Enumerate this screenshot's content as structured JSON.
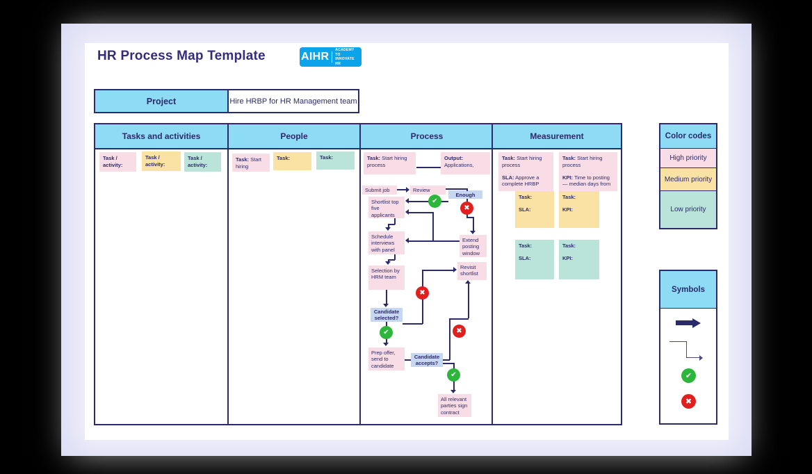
{
  "colors": {
    "navy": "#2b2a6a",
    "header_cyan": "#8edbf6",
    "high_priority_pink": "#f9dde6",
    "medium_priority_yellow": "#fae2a4",
    "low_priority_teal": "#bae3da",
    "decision_blue": "#c7d6f1",
    "check_green": "#2eb53c",
    "cross_red": "#e01f1f",
    "aihr_blue": "#0ba3e9",
    "background_lavender": "#d9d9f4"
  },
  "header": {
    "title": "HR Process Map Template",
    "logo_text": "AIHR",
    "logo_tagline_1": "ACADEMY TO",
    "logo_tagline_2": "INNOVATE HR"
  },
  "project": {
    "label": "Project",
    "value": "Hire HRBP for HR Management team"
  },
  "table": {
    "headers": {
      "tasks": "Tasks and activities",
      "people": "People",
      "process": "Process",
      "measurement": "Measurement"
    }
  },
  "tasks_column": {
    "notes": [
      {
        "text": "Task /\nactivity:"
      },
      {
        "text": "Task /\nactivity:"
      },
      {
        "text": "Task /\nactivity:"
      }
    ]
  },
  "people_column": {
    "notes": [
      {
        "label": "Task:",
        "text": "Start hiring"
      },
      {
        "label": "Task:",
        "text": ""
      },
      {
        "label": "Task:",
        "text": ""
      }
    ]
  },
  "process_column": {
    "task_note": {
      "label": "Task:",
      "text": "Start hiring process"
    },
    "output_note": {
      "label": "Output:",
      "text": "Applications,"
    },
    "steps": {
      "submit_job": "Submit job",
      "review": "Review",
      "enough": "Enough",
      "shortlist": "Shortlist top five applicants",
      "schedule": "Schedule interviews with panel",
      "extend": "Extend posting window",
      "revisit": "Revisit shortlist",
      "selection": "Selection by HRM team",
      "candidate_selected": "Candidate selected?",
      "prep_offer": "Prep offer, send to candidate",
      "candidate_accepts": "Candidate accepts?",
      "contract": "All relevant parties sign contract"
    }
  },
  "measurement_column": {
    "notes": [
      {
        "label1": "Task:",
        "text1": "Start hiring process",
        "label2": "SLA:",
        "text2": "Approve a complete HRBP"
      },
      {
        "label1": "Task:",
        "text1": "Start hiring process",
        "label2": "KPI:",
        "text2": "Time to posting — median days from"
      },
      {
        "label1": "Task:",
        "text1": "",
        "label2": "SLA:",
        "text2": ""
      },
      {
        "label1": "Task:",
        "text1": "",
        "label2": "KPI:",
        "text2": ""
      },
      {
        "label1": "Task:",
        "text1": "",
        "label2": "SLA:",
        "text2": ""
      },
      {
        "label1": "Task:",
        "text1": "",
        "label2": "KPI:",
        "text2": ""
      }
    ]
  },
  "color_codes": {
    "title": "Color codes",
    "items": [
      {
        "label": "High priority"
      },
      {
        "label": "Medium priority"
      },
      {
        "label": "Low priority"
      }
    ]
  },
  "symbols": {
    "title": "Symbols"
  }
}
